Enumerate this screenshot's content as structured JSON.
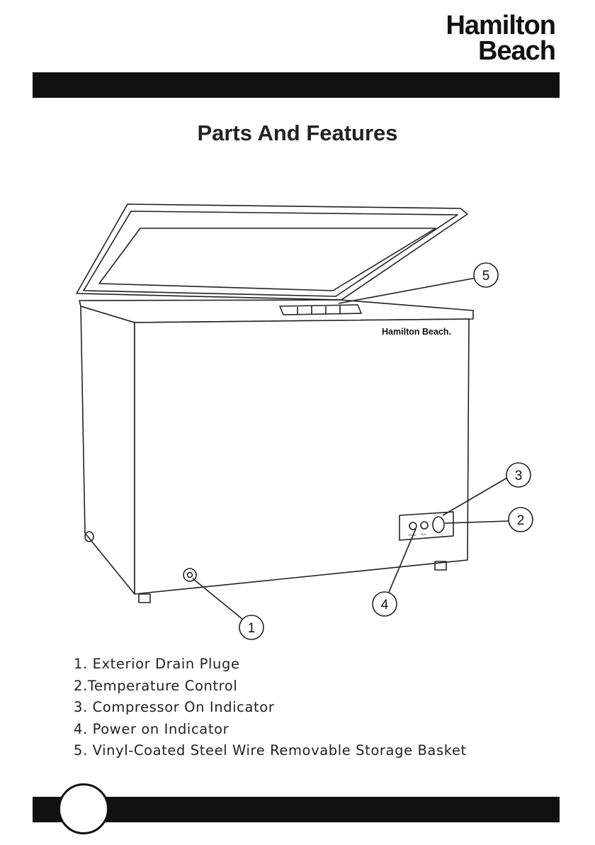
{
  "brand": {
    "line1": "Hamilton",
    "line2": "Beach",
    "reg_mark": "®"
  },
  "header": {
    "title": "Parts And Features"
  },
  "diagram": {
    "front_logo": "Hamilton Beach.",
    "panel_labels": [
      "Power",
      "Run"
    ],
    "callouts": [
      "1",
      "2",
      "3",
      "4",
      "5"
    ]
  },
  "parts_list": [
    "1. Exterior Drain Pluge",
    "2.Temperature Control",
    "3. Compressor On Indicator",
    "4. Power on Indicator",
    "5. Vinyl-Coated Steel Wire Removable Storage Basket"
  ],
  "colors": {
    "ink": "#111111",
    "paper": "#ffffff"
  }
}
